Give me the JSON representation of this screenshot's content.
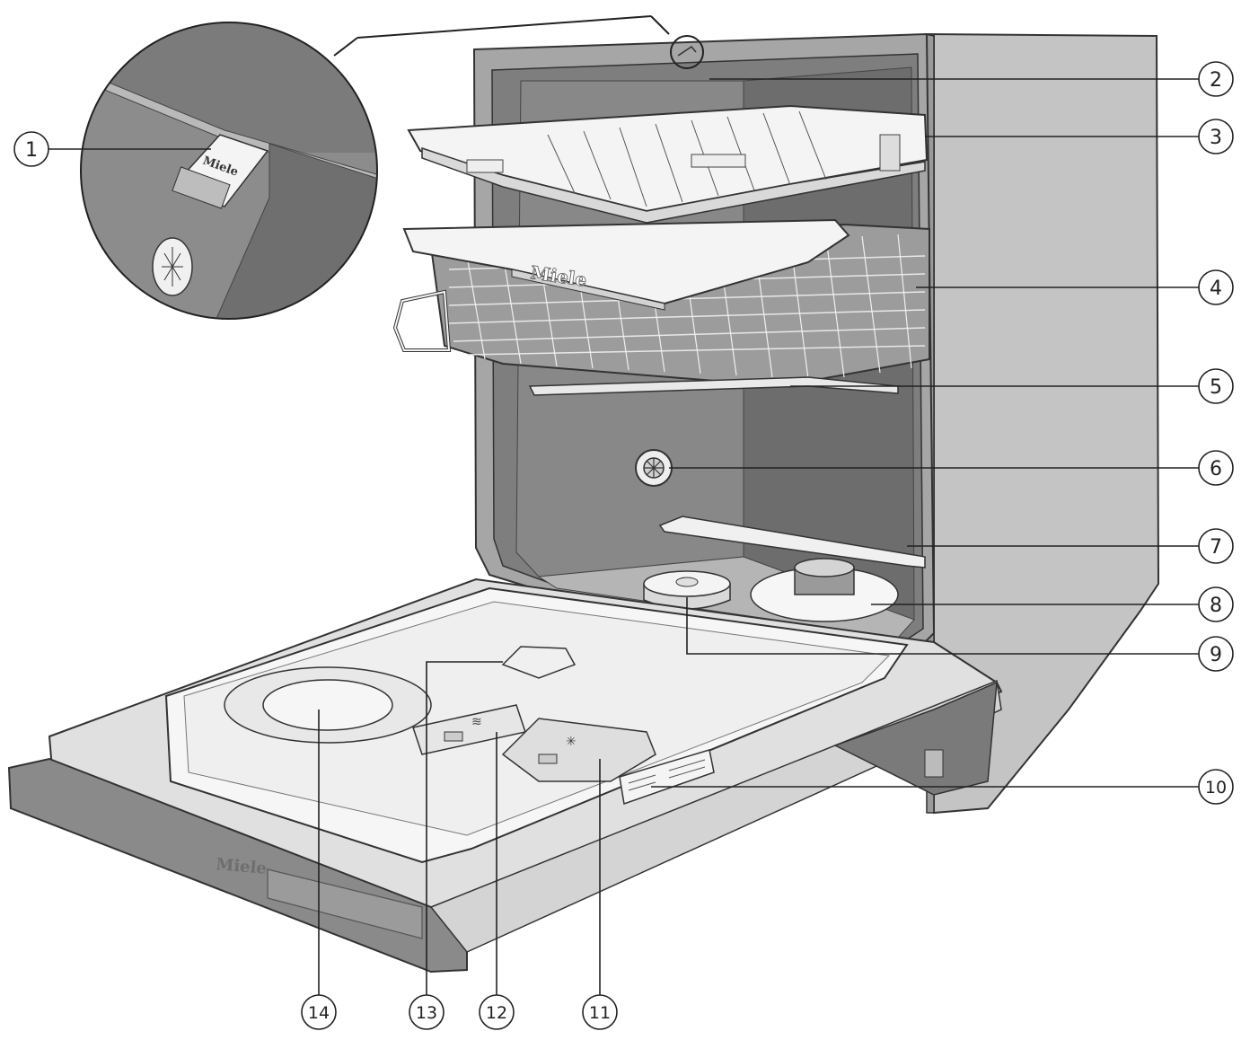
{
  "callouts": [
    {
      "label": "1"
    },
    {
      "label": "2"
    },
    {
      "label": "3"
    },
    {
      "label": "4"
    },
    {
      "label": "5"
    },
    {
      "label": "6"
    },
    {
      "label": "7"
    },
    {
      "label": "8"
    },
    {
      "label": "9"
    },
    {
      "label": "10"
    },
    {
      "label": "11"
    },
    {
      "label": "12"
    },
    {
      "label": "13"
    },
    {
      "label": "14"
    }
  ],
  "brand": {
    "name": "Miele"
  },
  "colors": {
    "line": "#222222",
    "cabinet": "#c9c9c9",
    "tub": "#7b7b7b",
    "light": "#f2f2f2"
  }
}
